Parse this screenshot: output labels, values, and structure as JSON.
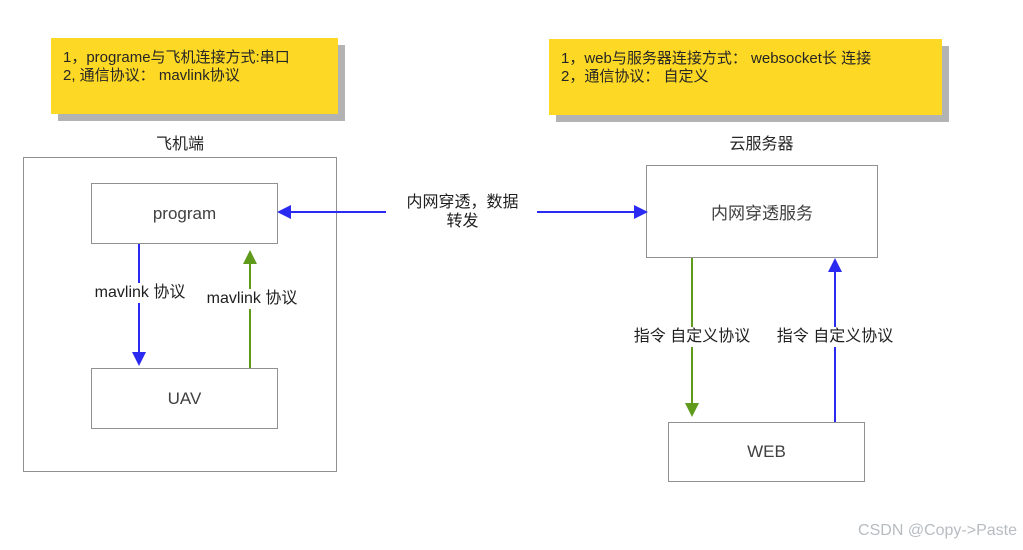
{
  "diagram": {
    "notes": {
      "aircraft": {
        "line1": "1，programe与飞机连接方式:串口",
        "line2": "2, 通信协议： mavlink协议"
      },
      "cloud": {
        "line1": "1，web与服务器连接方式： websocket长 连接",
        "line2": "2，通信协议： 自定义"
      }
    },
    "aircraft": {
      "title": "飞机端",
      "program": "program",
      "uav": "UAV"
    },
    "cloud": {
      "title": "云服务器",
      "tunnel": "内网穿透服务",
      "web": "WEB"
    },
    "labels": {
      "mavlink_down": "mavlink 协议",
      "mavlink_up": "mavlink 协议",
      "tunnel_line1": "内网穿透，数据",
      "tunnel_line2": "转发",
      "cmd_down": "指令 自定义协议",
      "cmd_up": "指令 自定义协议"
    }
  },
  "colors": {
    "note_bg": "#FDD824",
    "note_shadow": "#b3b3b3",
    "arrow_blue": "#2a2af0",
    "arrow_green": "#5f9a1c",
    "box_border": "#919191",
    "text": "#262626",
    "watermark": "#b7bcc1"
  },
  "watermark": "CSDN @Copy->Paste"
}
